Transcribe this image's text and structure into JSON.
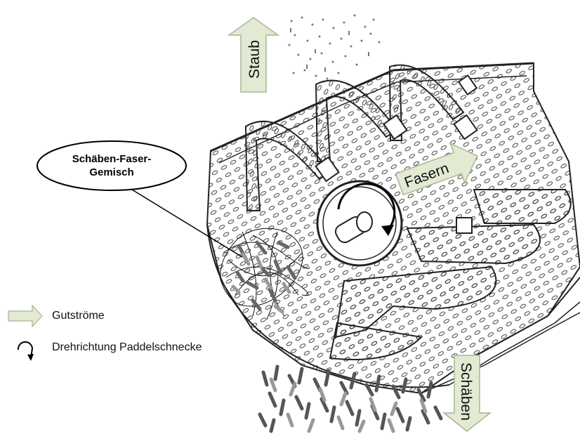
{
  "callout": {
    "line1": "Schäben-Faser-",
    "line2": "Gemisch"
  },
  "flows": {
    "dust": "Staub",
    "fibers": "Fasern",
    "shives": "Schäben"
  },
  "legend": {
    "flow_label": "Gutströme",
    "rotation_label": "Drehrichtung Paddelschnecke"
  },
  "colors": {
    "arrow_fill": "#e3ead3",
    "arrow_stroke": "#a9b596",
    "line": "#333333"
  },
  "icons": {
    "flow": "flow-arrow-icon",
    "rotation": "rotation-arrow-icon"
  }
}
